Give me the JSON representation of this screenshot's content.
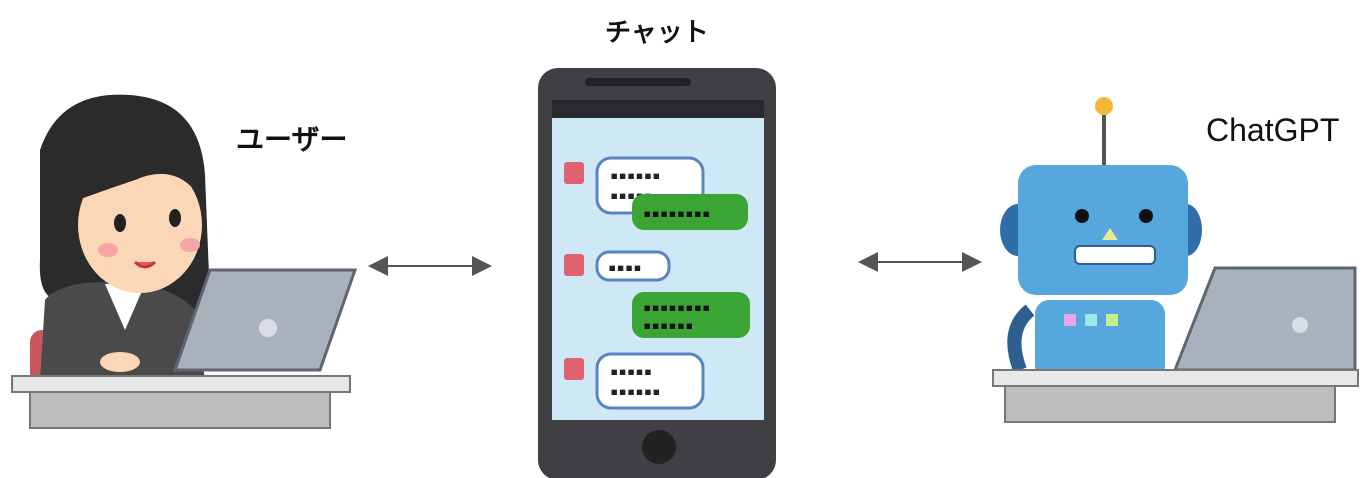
{
  "labels": {
    "chat": "チャット",
    "user": "ユーザー",
    "chatgpt": "ChatGPT"
  },
  "colors": {
    "phone_body": "#3f3f44",
    "phone_screen": "#cfe8f5",
    "bubble_green": "#3aa535",
    "bubble_outline": "#5a83c2",
    "robot_blue": "#57a7df",
    "laptop_gray": "#a9b1bd",
    "desk_gray": "#c8c8c8",
    "arrow": "#555555"
  },
  "icons": {
    "user": "woman-with-laptop-icon",
    "phone": "smartphone-chat-icon",
    "robot": "robot-with-laptop-icon",
    "arrow": "double-headed-arrow-icon"
  }
}
